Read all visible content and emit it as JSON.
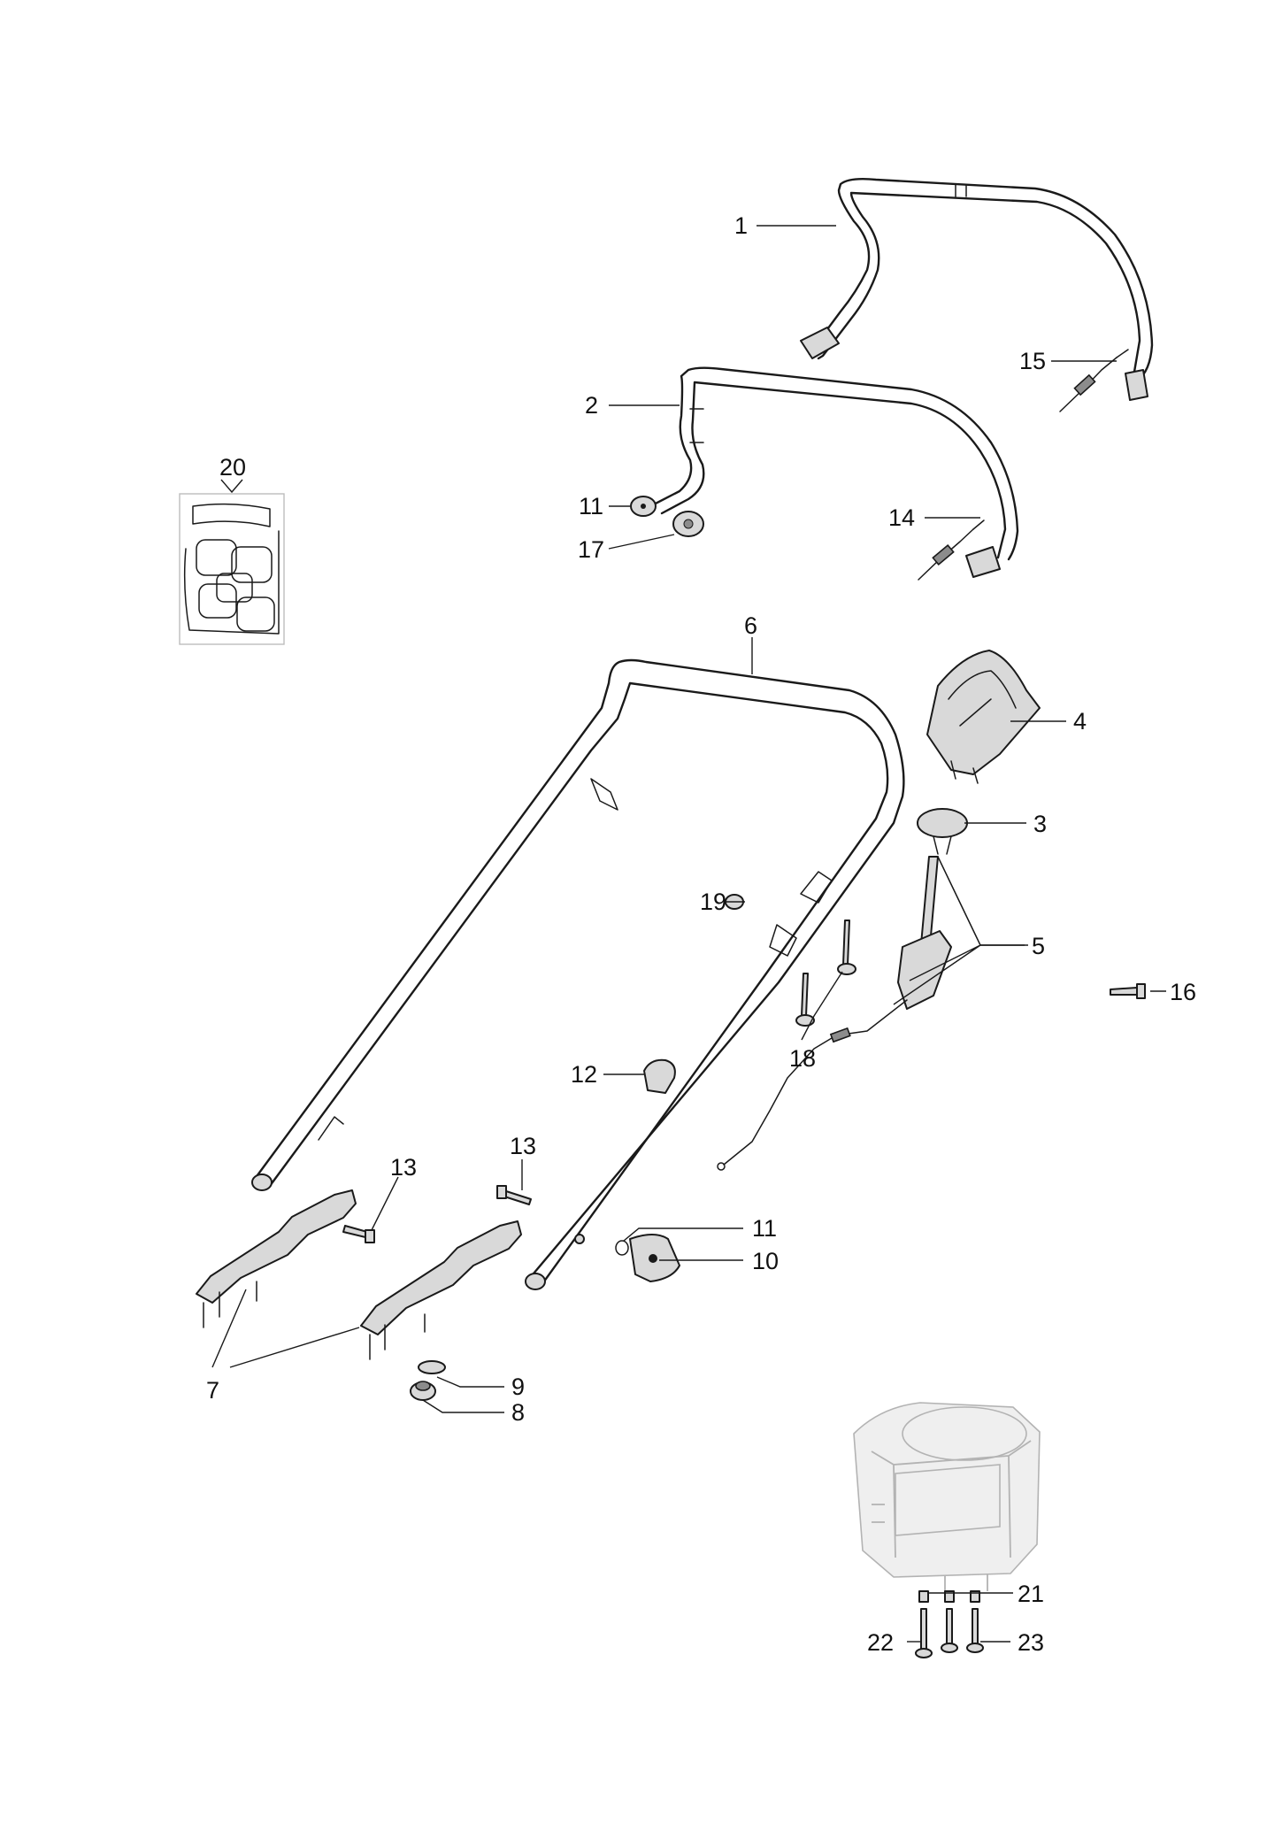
{
  "callouts": {
    "c1": "1",
    "c2": "2",
    "c3": "3",
    "c4": "4",
    "c5": "5",
    "c6": "6",
    "c7": "7",
    "c8": "8",
    "c9": "9",
    "c10": "10",
    "c11a": "11",
    "c11b": "11",
    "c12": "12",
    "c13a": "13",
    "c13b": "13",
    "c14": "14",
    "c15": "15",
    "c16": "16",
    "c17": "17",
    "c18": "18",
    "c19": "19",
    "c20": "20",
    "c21": "21",
    "c22": "22",
    "c23": "23"
  },
  "colors": {
    "line": "#1a1a1a",
    "ghost": "#b3b3b3",
    "background": "#ffffff"
  }
}
